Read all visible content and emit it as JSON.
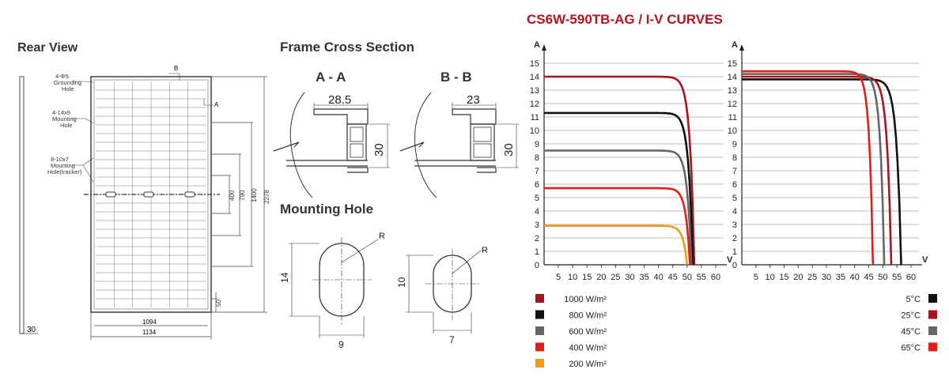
{
  "headings": {
    "rear_view": "Rear View",
    "frame_cross_section": "Frame Cross Section",
    "mounting_hole": "Mounting Hole",
    "iv_curves": "CS6W-590TB-AG / I-V CURVES"
  },
  "rear_view": {
    "label_grounding": [
      "4-Φ5",
      "Grounding",
      "Hole"
    ],
    "label_mounting": [
      "4-14x9",
      "Mounting",
      "Hole"
    ],
    "label_tracker": [
      "8-10x7",
      "Mounting",
      "Hole(tracker)"
    ],
    "marker_b": "B",
    "marker_a": "A",
    "dim_side": "30",
    "dim_400": "400",
    "dim_790": "790",
    "dim_1400": "1400",
    "dim_2278": "2278",
    "dim_50": "50",
    "dim_1094": "1094",
    "dim_1134": "1134"
  },
  "frame": {
    "section_a_title": "A - A",
    "section_b_title": "B - B",
    "a_width": "28.5",
    "a_height": "30",
    "b_width": "23",
    "b_height": "30"
  },
  "mounting": {
    "hole1_height": "14",
    "hole1_width": "9",
    "hole1_r": "R",
    "hole2_height": "10",
    "hole2_width": "7",
    "hole2_r": "R"
  },
  "chart_data": [
    {
      "type": "line",
      "title": "CS6W-590TB-AG / I-V CURVES",
      "ylabel": "A",
      "xlabel": "V",
      "xlim": [
        0,
        60
      ],
      "ylim": [
        0,
        15
      ],
      "xticks": [
        5,
        10,
        15,
        20,
        25,
        30,
        35,
        40,
        45,
        50,
        55,
        60
      ],
      "yticks": [
        0,
        1,
        2,
        3,
        4,
        5,
        6,
        7,
        8,
        9,
        10,
        11,
        12,
        13,
        14,
        15
      ],
      "grid": true,
      "legend": "bottom-left",
      "series": [
        {
          "name": "1000 W/m²",
          "color": "#a8141c",
          "isc": 14.0,
          "voc": 52.5
        },
        {
          "name": "800 W/m²",
          "color": "#111111",
          "isc": 11.3,
          "voc": 52.0
        },
        {
          "name": "600 W/m²",
          "color": "#666666",
          "isc": 8.5,
          "voc": 51.5
        },
        {
          "name": "400 W/m²",
          "color": "#e02018",
          "isc": 5.7,
          "voc": 51.0
        },
        {
          "name": "200 W/m²",
          "color": "#f29a1a",
          "isc": 2.9,
          "voc": 50.0
        }
      ]
    },
    {
      "type": "line",
      "ylabel": "A",
      "xlabel": "V",
      "xlim": [
        0,
        60
      ],
      "ylim": [
        0,
        15
      ],
      "xticks": [
        5,
        10,
        15,
        20,
        25,
        30,
        35,
        40,
        45,
        50,
        55,
        60
      ],
      "yticks": [
        0,
        1,
        2,
        3,
        4,
        5,
        6,
        7,
        8,
        9,
        10,
        11,
        12,
        13,
        14,
        15
      ],
      "grid": true,
      "legend": "bottom-right",
      "series": [
        {
          "name": "5°C",
          "color": "#111111",
          "isc": 13.8,
          "voc": 56.5
        },
        {
          "name": "25°C",
          "color": "#a8141c",
          "isc": 14.0,
          "voc": 53.0
        },
        {
          "name": "45°C",
          "color": "#666666",
          "isc": 14.2,
          "voc": 50.5
        },
        {
          "name": "65°C",
          "color": "#e02018",
          "isc": 14.4,
          "voc": 46.5
        }
      ]
    }
  ]
}
